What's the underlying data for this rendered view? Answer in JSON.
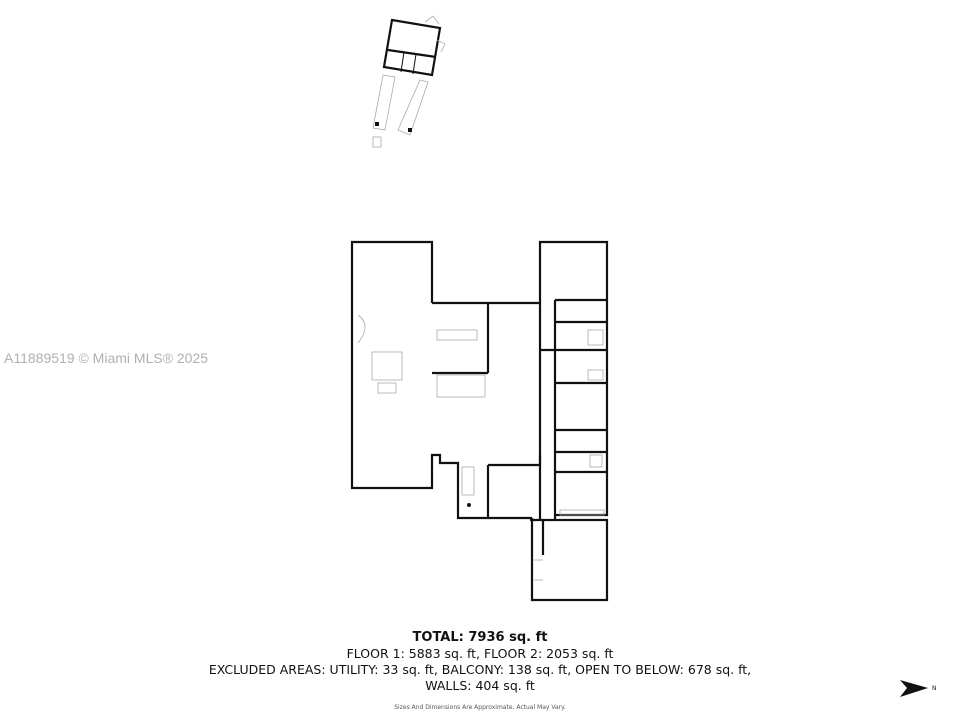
{
  "watermark": "A11889519 © Miami MLS® 2025",
  "summary": {
    "total": "TOTAL: 7936 sq. ft",
    "floors": "FLOOR 1: 5883 sq. ft, FLOOR 2: 2053 sq. ft",
    "excluded": "EXCLUDED AREAS: UTILITY: 33 sq. ft, BALCONY: 138 sq. ft, OPEN TO BELOW: 678 sq. ft,",
    "walls": "WALLS: 404 sq. ft",
    "disclaimer": "Sizes And Dimensions Are Approximate, Actual May Vary."
  },
  "compass": {
    "icon": "north-arrow-icon",
    "label": "N"
  },
  "colors": {
    "wall": "#111111",
    "fixture": "#aaaaaa",
    "watermark": "#b0b0b0"
  }
}
